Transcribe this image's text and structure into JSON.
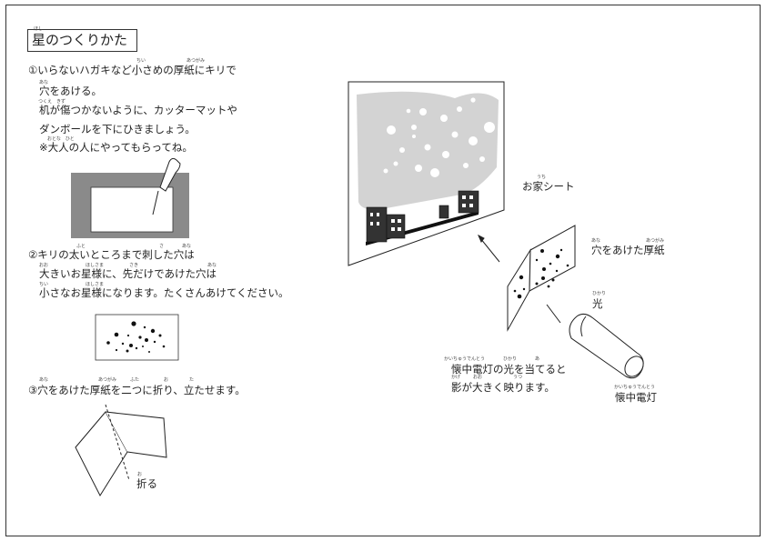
{
  "title": "星のつくりかた",
  "steps": {
    "s1_l1": "①いらないハガキなど小さめの厚紙にキリで",
    "s1_l2": "穴をあける。",
    "s1_l3": "机が傷つかないように、カッターマットや",
    "s1_l4": "ダンボールを下にひきましょう。",
    "s1_l5": "※大人の人にやってもらってね。",
    "s2_l1": "②キリの太いところまで刺した穴は",
    "s2_l2": "大きいお星様に、先だけであけた穴は",
    "s2_l3": "小さなお星様になります。たくさんあけてください。",
    "s3_l1": "③穴をあけた厚紙を二つに折り、立たせます。",
    "fold": "折る"
  },
  "right": {
    "house_sheet": "お家シート",
    "card_label": "穴をあけた厚紙",
    "light": "光",
    "shine_l1": "懐中電灯の光を当てると",
    "shine_l2": "影が大きく映ります。",
    "flashlight": "懐中電灯"
  },
  "furigana": {
    "hoshi": "ほし",
    "chii": "ちい",
    "atsugami": "あつがみ",
    "ana": "あな",
    "tsukue_kizu": "つくえ　きず",
    "otona_hito": "おとな　ひと",
    "futo": "ふと",
    "sa": "さ",
    "oo": "おお",
    "hoshisama": "ほしさま",
    "saki": "さき",
    "futa": "ふた",
    "o": "お",
    "ta": "た",
    "uchi": "うち",
    "hikari": "ひかり",
    "kaichuudentou": "かいちゅうでんとう",
    "a": "あ",
    "kage": "かげ",
    "utsu": "うつ"
  }
}
